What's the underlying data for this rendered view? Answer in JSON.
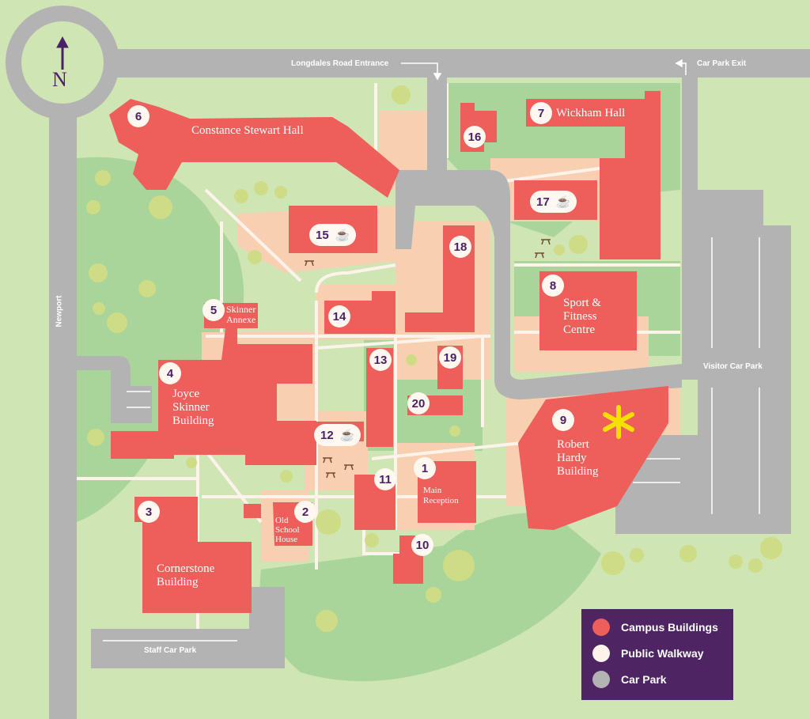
{
  "compass": {
    "label": "N"
  },
  "roads": {
    "entrance": "Longdales Road Entrance",
    "exit": "Car Park Exit",
    "newport": "Newport",
    "visitor_car_park": "Visitor Car Park",
    "staff_car_park": "Staff Car Park"
  },
  "buildings": [
    {
      "number": "1",
      "name": "Main Reception"
    },
    {
      "number": "2",
      "name": "Old School House"
    },
    {
      "number": "3",
      "name": "Cornerstone Building"
    },
    {
      "number": "4",
      "name": "Joyce Skinner Building"
    },
    {
      "number": "5",
      "name": "Skinner Annexe"
    },
    {
      "number": "6",
      "name": "Constance Stewart Hall"
    },
    {
      "number": "7",
      "name": "Wickham Hall"
    },
    {
      "number": "8",
      "name": "Sport & Fitness Centre"
    },
    {
      "number": "9",
      "name": "Robert Hardy Building"
    },
    {
      "number": "10",
      "name": ""
    },
    {
      "number": "11",
      "name": ""
    },
    {
      "number": "12",
      "name": "",
      "cafe": true
    },
    {
      "number": "13",
      "name": ""
    },
    {
      "number": "14",
      "name": ""
    },
    {
      "number": "15",
      "name": "",
      "cafe": true
    },
    {
      "number": "16",
      "name": ""
    },
    {
      "number": "17",
      "name": "",
      "cafe": true
    },
    {
      "number": "18",
      "name": ""
    },
    {
      "number": "19",
      "name": ""
    },
    {
      "number": "20",
      "name": ""
    }
  ],
  "legend": {
    "items": [
      {
        "label": "Campus Buildings",
        "color": "#ee5e5a"
      },
      {
        "label": "Public Walkway",
        "color": "#fdf3ea"
      },
      {
        "label": "Car Park",
        "color": "#b3b3b3"
      }
    ]
  },
  "highlight": {
    "icon": "asterisk-icon",
    "color": "#f5e100",
    "building": "9"
  }
}
